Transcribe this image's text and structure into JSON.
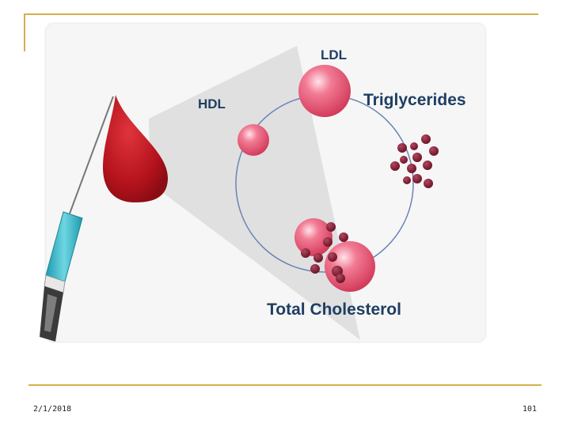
{
  "labels": {
    "ldl": "LDL",
    "hdl": "HDL",
    "triglycerides": "Triglycerides",
    "total": "Total Cholesterol"
  },
  "footer": {
    "date": "2/1/2018",
    "page": "101"
  },
  "colors": {
    "accent_line": "#d4b04a",
    "label_text": "#1f3e63",
    "blood": "#b3121c",
    "lipoprotein": "#e6536e",
    "triglyceride_dot": "#7a1930",
    "syringe_needle_hub": "#2fb3c4"
  }
}
